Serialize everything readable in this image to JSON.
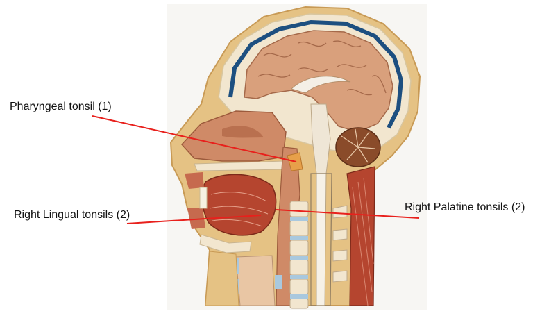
{
  "labels": {
    "pharyngeal": "Pharyngeal tonsil (1)",
    "lingual": "Right Lingual tonsils (2)",
    "palatine": "Right Palatine tonsils (2)"
  },
  "colors": {
    "pointer_line": "#e8201c",
    "skin": "#e5c284",
    "bone": "#f2e6cf",
    "brain": "#d9a07c",
    "dura_blue": "#1d4f80",
    "muscle": "#b5452f",
    "mucosa": "#cf8a67",
    "spine_cartilage": "#a9c8de"
  }
}
